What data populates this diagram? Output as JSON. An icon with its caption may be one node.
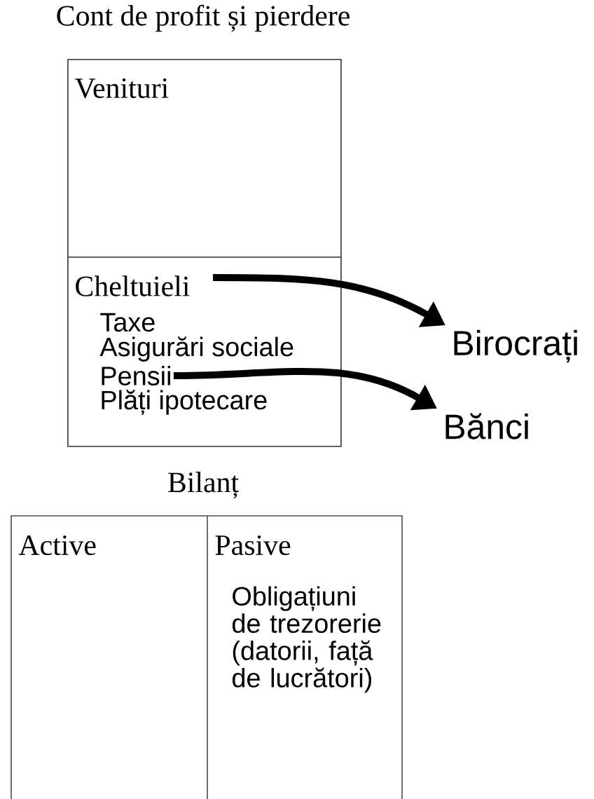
{
  "diagram": {
    "nodes": [
      {
        "text": [
          "Cont de profit și pierdere"
        ]
      },
      {
        "text": [
          "Venituri"
        ],
        "in": 0
      },
      {
        "text": [
          "Cheltuieli"
        ],
        "in": 0
      },
      {
        "text": [
          "Taxe"
        ],
        "in": 2
      },
      {
        "text": [
          "Asigurări sociale"
        ],
        "in": 2
      },
      {
        "text": [
          "Pensii"
        ],
        "in": 2
      },
      {
        "text": [
          "Plăți ipotecare"
        ],
        "in": 2
      },
      {
        "text": [
          "Birocrați"
        ]
      },
      {
        "text": [
          "Bănci"
        ]
      },
      {
        "text": [
          "Bilanț"
        ]
      },
      {
        "text": [
          "Active"
        ],
        "in": 9
      },
      {
        "text": [
          "Pasive",
          "Obligațiuni de trezorerie (datorii, față de lucrători)"
        ],
        "in": 9
      }
    ],
    "edges": [
      {
        "from": 2,
        "to": 7,
        "arrow": "to"
      },
      {
        "from": 5,
        "to": 8,
        "arrow": "to"
      }
    ]
  }
}
